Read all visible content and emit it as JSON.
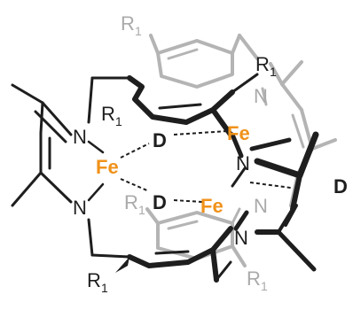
{
  "atoms": {
    "fe": "Fe",
    "n": "N",
    "d": "D",
    "r": "R",
    "r_sub": "1"
  },
  "colors": {
    "fe": "#f0921a",
    "bond_front": "#1e1e1e",
    "bond_back": "#b4b4b4",
    "text_back": "#aaaaaa"
  }
}
